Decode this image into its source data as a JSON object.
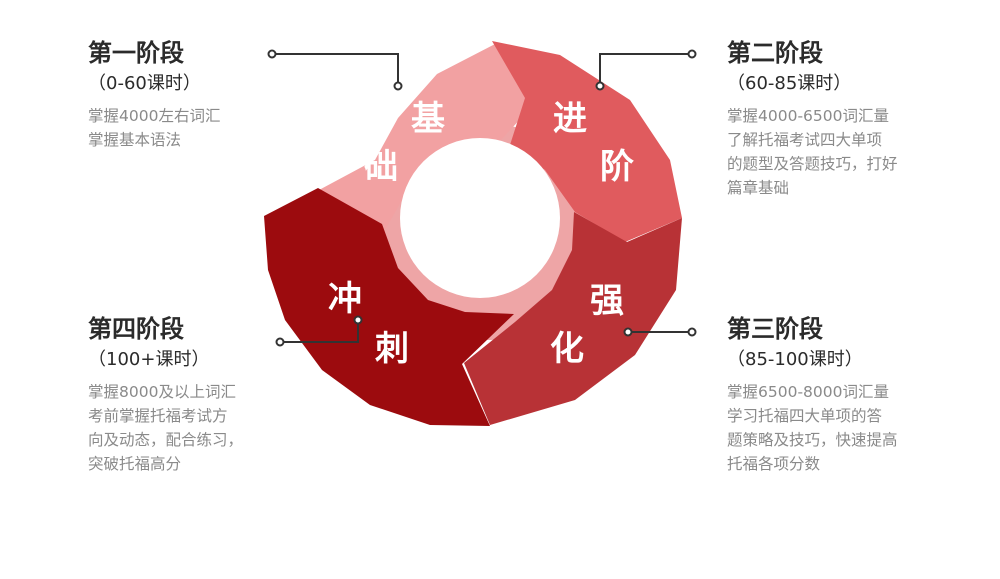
{
  "stages": [
    {
      "title": "第一阶段",
      "hours": "（0-60课时）",
      "desc": "掌握4000左右词汇\n掌握基本语法",
      "chars": [
        "基",
        "础"
      ],
      "color": "#f2a1a2"
    },
    {
      "title": "第二阶段",
      "hours": "（60-85课时）",
      "desc": "掌握4000-6500词汇量\n了解托福考试四大单项\n的题型及答题技巧，打好\n篇章基础",
      "chars": [
        "进",
        "阶"
      ],
      "color": "#e05b5e"
    },
    {
      "title": "第三阶段",
      "hours": "（85-100课时）",
      "desc": "掌握6500-8000词汇量\n学习托福四大单项的答\n题策略及技巧，快速提高\n托福各项分数",
      "chars": [
        "强",
        "化"
      ],
      "color": "#b83236"
    },
    {
      "title": "第四阶段",
      "hours": "（100+课时）",
      "desc": "掌握8000及以上词汇\n考前掌握托福考试方\n向及动态，配合练习，\n突破托福高分",
      "chars": [
        "冲",
        "刺"
      ],
      "color": "#9c0b0e"
    }
  ],
  "inner_shadow_color": "#eea5a6"
}
